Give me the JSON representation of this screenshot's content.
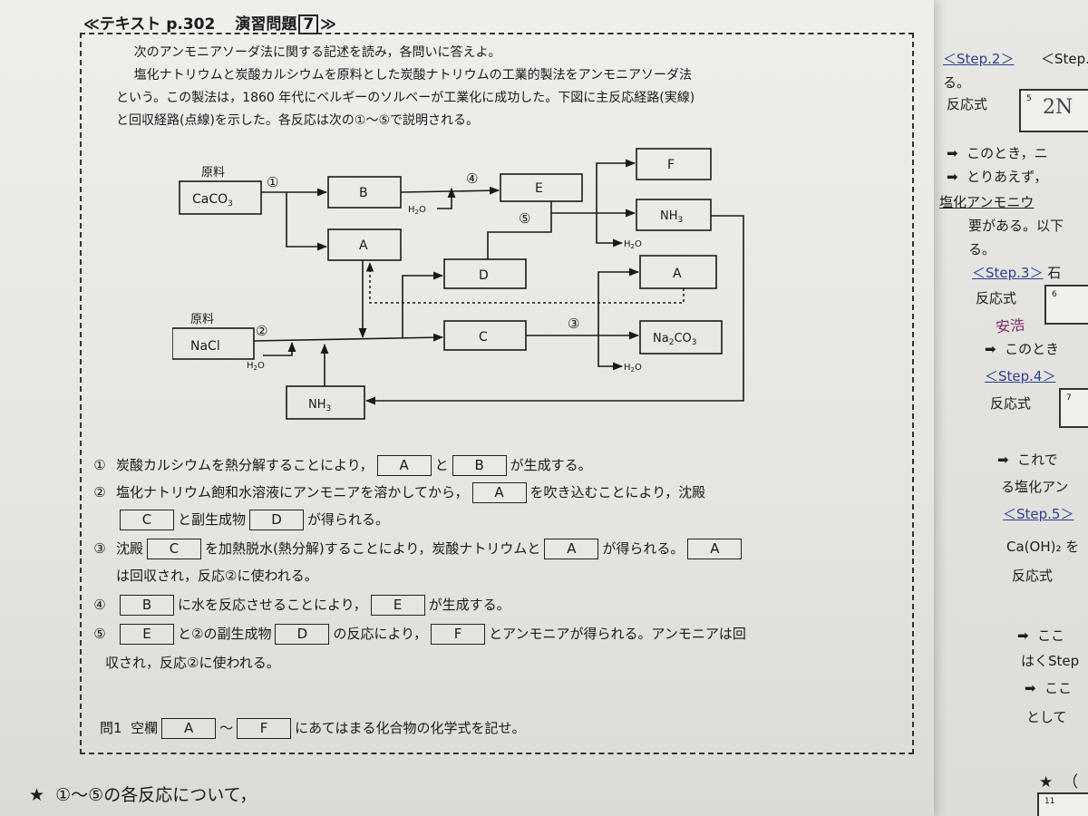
{
  "header": {
    "title_ref": "≪テキスト p.302",
    "title_label": "演習問題",
    "title_num": "7",
    "title_close": "≫"
  },
  "intro": [
    "次のアンモニアソーダ法に関する記述を読み，各問いに答えよ。",
    "塩化ナトリウムと炭酸カルシウムを原料とした炭酸ナトリウムの工業的製法をアンモニアソーダ法",
    "という。この製法は，1860 年代にベルギーのソルベーが工業化に成功した。下図に主反応経路(実線)",
    "と回収経路(点線)を示した。各反応は次の①～⑤で説明される。"
  ],
  "diagram": {
    "raw1": "原料",
    "raw2": "原料",
    "caco3_sub": "CaCO",
    "caco3_idx": "3",
    "nacl": "NaCl",
    "box_a_top": "A",
    "box_b": "B",
    "box_c": "C",
    "box_d": "D",
    "box_e": "E",
    "box_f": "F",
    "box_a_right": "A",
    "nh3_right": "NH",
    "nh3_right_idx": "3",
    "nh3_bottom": "NH",
    "nh3_bottom_idx": "3",
    "na2co3_a": "Na",
    "na2co3_b": "2",
    "na2co3_c": "CO",
    "na2co3_d": "3",
    "h2o_a": "H",
    "h2o_b": "2",
    "h2o_c": "O",
    "n1": "①",
    "n2": "②",
    "n3": "③",
    "n4": "④",
    "n5": "⑤"
  },
  "steps": {
    "s1": {
      "num": "①",
      "t1": "炭酸カルシウムを熱分解することにより，",
      "b1": "A",
      "t2": "と",
      "b2": "B",
      "t3": "が生成する。"
    },
    "s2": {
      "num": "②",
      "t1": "塩化ナトリウム飽和水溶液にアンモニアを溶かしてから，",
      "b1": "A",
      "t2": "を吹き込むことにより，沈殿"
    },
    "s2b": {
      "b1": "C",
      "t1": "と副生成物",
      "b2": "D",
      "t2": "が得られる。"
    },
    "s3": {
      "num": "③",
      "t1": "沈殿",
      "b1": "C",
      "t2": "を加熱脱水(熱分解)することにより，炭酸ナトリウムと",
      "b2": "A",
      "t3": "が得られる。",
      "b3": "A"
    },
    "s3b": {
      "t1": "は回収され，反応②に使われる。"
    },
    "s4": {
      "num": "④",
      "b1": "B",
      "t1": "に水を反応させることにより，",
      "b2": "E",
      "t2": "が生成する。"
    },
    "s5": {
      "num": "⑤",
      "b1": "E",
      "t1": "と②の副生成物",
      "b2": "D",
      "t2": "の反応により，",
      "b3": "F",
      "t3": "とアンモニアが得られる。アンモニアは回"
    },
    "s5b": {
      "t1": "収され，反応②に使われる。"
    }
  },
  "question": {
    "label": "問1",
    "t1": "空欄",
    "b1": "A",
    "t2": "～",
    "b2": "F",
    "t3": "にあてはまる化合物の化学式を記せ。"
  },
  "bottom": {
    "star": "★",
    "text": "①～⑤の各反応について，"
  },
  "right": {
    "step2": "＜Step.2＞",
    "step2b": "＜Step.",
    "ru": "る。",
    "hannoushiki": "反応式",
    "box_num5": "5",
    "handwrite": "2N",
    "arrow1": "➡",
    "konotoki": "このとき，ニ",
    "toriaezu": "とりあえず，",
    "enka": "塩化アンモニウ",
    "youga": "要がある。以下",
    "step3": "＜Step.3＞",
    "step3b": "石",
    "box_num6": "6",
    "handwrite2": "安浩",
    "konotoki2": "このとき",
    "step4": "＜Step.4＞",
    "box_num7": "7",
    "korede": "これで",
    "ruenka": "る塩化アン",
    "step5": "＜Step.5＞",
    "caoh": "Ca(OH)₂ を",
    "koko": "ここ",
    "hastep": "はくStep",
    "koko2": "ここ",
    "toshite": "として",
    "star2": "★",
    "paren": "（",
    "box_num11": "11"
  }
}
